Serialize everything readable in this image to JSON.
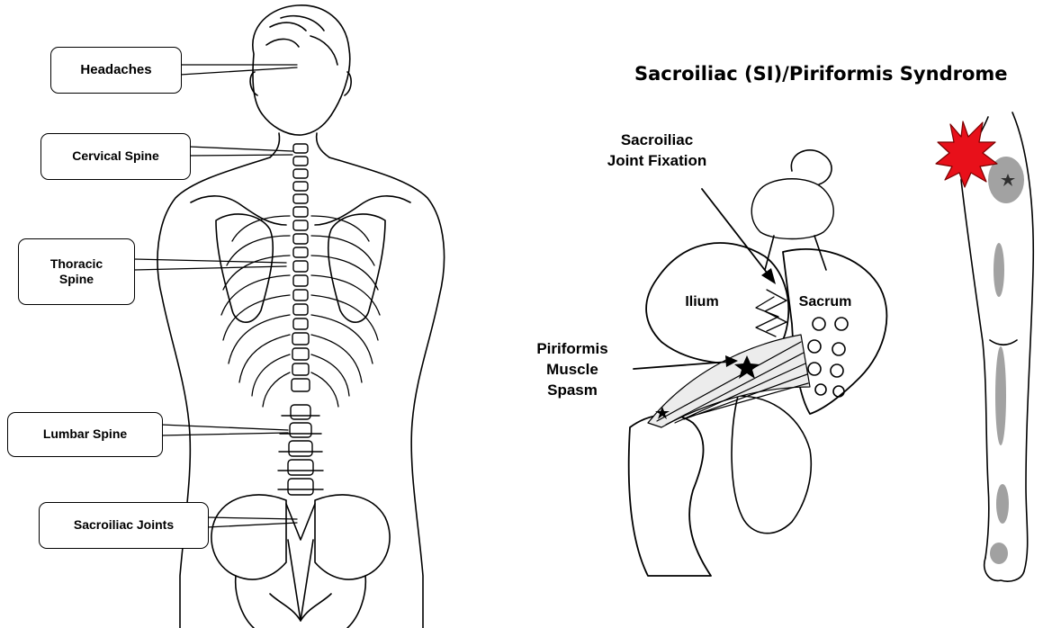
{
  "left_figure": {
    "callouts": [
      {
        "id": "headaches",
        "text": "Headaches"
      },
      {
        "id": "cervical",
        "text": "Cervical Spine"
      },
      {
        "id": "thoracic",
        "text": "Thoracic\nSpine"
      },
      {
        "id": "lumbar",
        "text": "Lumbar Spine"
      },
      {
        "id": "sacroiliac",
        "text": "Sacroiliac Joints"
      }
    ]
  },
  "right_figure": {
    "title": "Sacroiliac (SI)/Piriformis Syndrome",
    "labels": {
      "joint_fixation": "Sacroiliac\nJoint Fixation",
      "ilium": "Ilium",
      "sacrum": "Sacrum",
      "piriformis": "Piriformis\nMuscle\nSpasm"
    },
    "pain_burst_color": "#e8101a",
    "trigger_point_icon": "star-icon"
  }
}
